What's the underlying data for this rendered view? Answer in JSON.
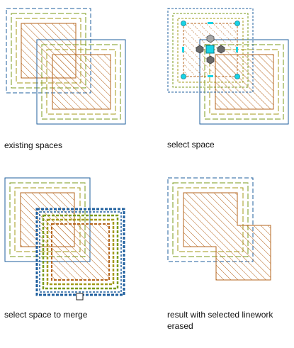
{
  "panels": [
    {
      "caption": "existing spaces"
    },
    {
      "caption": "select space"
    },
    {
      "caption": "select space to merge"
    },
    {
      "caption": "result with selected linework erased"
    }
  ],
  "colors": {
    "boundary_blue": "#1f5f9e",
    "offset_green": "#7a9a1a",
    "offset_olive": "#a39a1a",
    "hatch_brown": "#b5651d",
    "grip_cyan": "#19d3e6",
    "grip_gray": "#6a6a6a"
  },
  "icons": {
    "grip_square": "cyan-square-grip",
    "grip_hex": "gray-hexagon-grip",
    "grip_bar": "cyan-bar-grip",
    "merge_handle": "white-square-handle"
  }
}
